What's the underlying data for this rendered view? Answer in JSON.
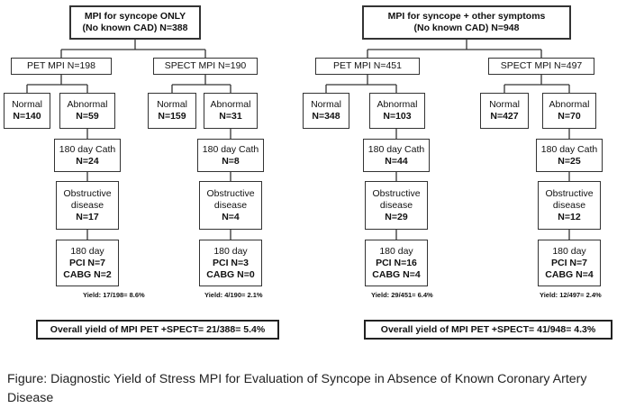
{
  "left": {
    "root": [
      "MPI for syncope ONLY",
      "(No known CAD) N=388"
    ],
    "pet": "PET MPI N=198",
    "spect": "SPECT MPI N=190",
    "pet_normal": [
      "Normal",
      "N=140"
    ],
    "pet_abnormal": [
      "Abnormal",
      "N=59"
    ],
    "pet_cath": [
      "180 day Cath",
      "N=24"
    ],
    "pet_obstr": [
      "Obstructive",
      "disease",
      "N=17"
    ],
    "pet_day": [
      "180 day",
      "PCI N=7",
      "CABG N=2"
    ],
    "pet_yield": "Yield: 17/198= 8.6%",
    "spect_normal": [
      "Normal",
      "N=159"
    ],
    "spect_abnormal": [
      "Abnormal",
      "N=31"
    ],
    "spect_cath": [
      "180 day Cath",
      "N=8"
    ],
    "spect_obstr": [
      "Obstructive",
      "disease",
      "N=4"
    ],
    "spect_day": [
      "180 day",
      "PCI N=3",
      "CABG N=0"
    ],
    "spect_yield": "Yield: 4/190= 2.1%",
    "overall": "Overall yield of MPI PET +SPECT= 21/388= 5.4%"
  },
  "right": {
    "root": [
      "MPI for syncope + other symptoms",
      "(No known CAD) N=948"
    ],
    "pet": "PET MPI N=451",
    "spect": "SPECT MPI N=497",
    "pet_normal": [
      "Normal",
      "N=348"
    ],
    "pet_abnormal": [
      "Abnormal",
      "N=103"
    ],
    "pet_cath": [
      "180 day Cath",
      "N=44"
    ],
    "pet_obstr": [
      "Obstructive",
      "disease",
      "N=29"
    ],
    "pet_day": [
      "180 day",
      "PCI N=16",
      "CABG N=4"
    ],
    "pet_yield": "Yield: 29/451= 6.4%",
    "spect_normal": [
      "Normal",
      "N=427"
    ],
    "spect_abnormal": [
      "Abnormal",
      "N=70"
    ],
    "spect_cath": [
      "180 day Cath",
      "N=25"
    ],
    "spect_obstr": [
      "Obstructive",
      "disease",
      "N=12"
    ],
    "spect_day": [
      "180 day",
      "PCI N=7",
      "CABG N=4"
    ],
    "spect_yield": "Yield: 12/497= 2.4%",
    "overall": "Overall yield of MPI PET +SPECT= 41/948= 4.3%"
  },
  "caption": "Figure: Diagnostic Yield of Stress MPI for Evaluation of Syncope in Absence of Known Coronary Artery Disease"
}
